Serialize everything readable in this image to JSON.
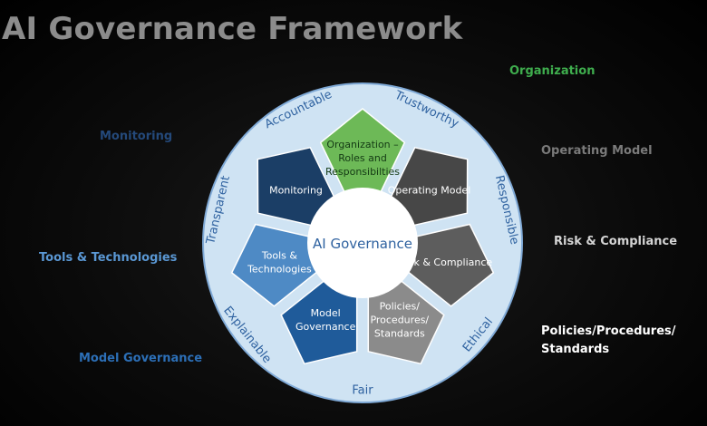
{
  "title": "AI Governance Framework",
  "center_label": "AI Governance",
  "segments": [
    {
      "lines": [
        "Organization –",
        "Roles and",
        "Responsibilties"
      ],
      "color": "#6db957"
    },
    {
      "lines": [
        "Operating Model"
      ],
      "color": "#474747"
    },
    {
      "lines": [
        "Risk & Compliance"
      ],
      "color": "#5d5d5d"
    },
    {
      "lines": [
        "Policies/",
        "Procedures/",
        "Standards"
      ],
      "color": "#8b8b8b"
    },
    {
      "lines": [
        "Model",
        "Governance"
      ],
      "color": "#1f5b9a"
    },
    {
      "lines": [
        "Tools &",
        "Technologies"
      ],
      "color": "#4e8ac5"
    },
    {
      "lines": [
        "Monitoring"
      ],
      "color": "#1b3e66"
    }
  ],
  "ring_words": [
    {
      "text": "Accountable"
    },
    {
      "text": "Trustworthy"
    },
    {
      "text": "Responsible"
    },
    {
      "text": "Ethical"
    },
    {
      "text": "Fair"
    },
    {
      "text": "Explainable"
    },
    {
      "text": "Transparent"
    }
  ],
  "side_labels": {
    "organization": "Organization",
    "operating_model": "Operating Model",
    "risk_compliance": "Risk & Compliance",
    "policies": "Policies/Procedures/ Standards",
    "monitoring": "Monitoring",
    "tools": "Tools & Technologies",
    "model_governance": "Model Governance"
  },
  "colors": {
    "ring_fill": "#cfe3f3",
    "ring_text": "#2f62a0",
    "organization": "#3fae4e",
    "operating_model": "#7a7a7a",
    "risk_compliance": "#d4d4d4",
    "policies": "#ffffff",
    "monitoring": "#24497a",
    "tools": "#5a97d3",
    "model_governance": "#2c6fb7"
  }
}
